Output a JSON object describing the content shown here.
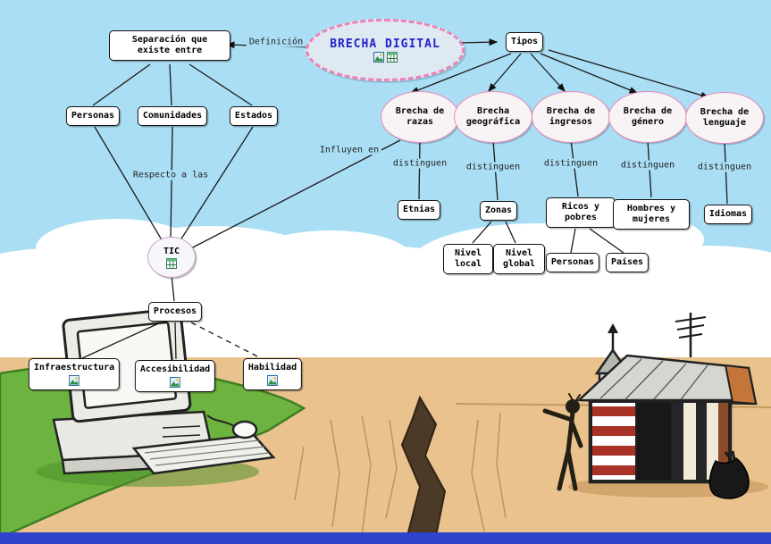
{
  "colors": {
    "title_text": "#2222cc",
    "central_border_pink": "#f080b8",
    "oval_border_pink": "#e888b8",
    "node_border": "#111111",
    "sky": "#aadef4",
    "grass": "#6cb43f",
    "sand": "#e9c28d",
    "bottom_bar": "#2e44cc"
  },
  "map": {
    "central": {
      "label": "BRECHA DIGITAL",
      "icons": [
        "image-icon",
        "table-icon"
      ]
    },
    "labels": {
      "definicion": "Definición",
      "respecto": "Respecto a las",
      "influyen": "Influyen en"
    },
    "left": {
      "separacion": "Separación que existe entre",
      "children": [
        "Personas",
        "Comunidades",
        "Estados"
      ],
      "tic": {
        "label": "TIC",
        "icons": [
          "table-icon"
        ]
      },
      "procesos": "Procesos",
      "procesos_children": [
        {
          "label": "Infraestructura",
          "icons": [
            "image-icon"
          ]
        },
        {
          "label": "Accesibilidad",
          "icons": [
            "image-icon"
          ]
        },
        {
          "label": "Habilidad",
          "icons": [
            "image-icon"
          ]
        }
      ]
    },
    "right": {
      "tipos": "Tipos",
      "types": [
        {
          "label": "Brecha de razas",
          "verb": "distinguen",
          "child": "Etnias"
        },
        {
          "label": "Brecha geográfica",
          "verb": "distinguen",
          "child": "Zonas",
          "grandchildren": [
            "Nivel local",
            "Nivel global"
          ]
        },
        {
          "label": "Brecha de ingresos",
          "verb": "distinguen",
          "child": "Ricos y pobres",
          "grandchildren": [
            "Personas",
            "Países"
          ]
        },
        {
          "label": "Brecha de género",
          "verb": "distinguen",
          "child": "Hombres y mujeres"
        },
        {
          "label": "Brecha de lenguaje",
          "verb": "distinguen",
          "child": "Idiomas"
        }
      ]
    }
  }
}
